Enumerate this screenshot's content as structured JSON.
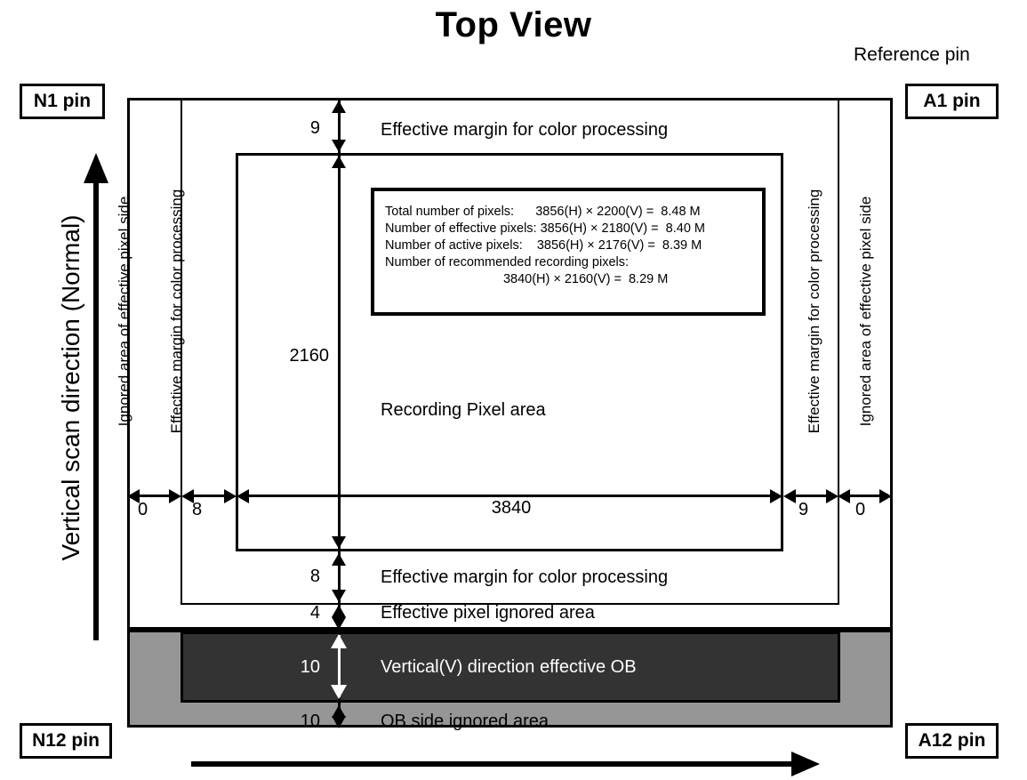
{
  "title": "Top View",
  "reference_pin_label": "Reference pin",
  "pins": {
    "top_left": "N1 pin",
    "top_right": "A1 pin",
    "bottom_left": "N12 pin",
    "bottom_right": "A12 pin"
  },
  "scan": {
    "vertical_label": "Vertical scan direction (Normal)"
  },
  "spec": {
    "line1": "Total number of pixels:      3856(H) × 2200(V) =  8.48 M",
    "line2": "Number of effective pixels: 3856(H) × 2180(V) =  8.40 M",
    "line3": "Number of active pixels:    3856(H) × 2176(V) =  8.39 M",
    "line4": "Number of recommended recording pixels:",
    "line5": "                                 3840(H) × 2160(V) =  8.29 M"
  },
  "regions": {
    "top_margin": "Effective margin for color processing",
    "recording_area": "Recording Pixel area",
    "bottom_margin": "Effective margin for color processing",
    "effective_ignored": "Effective pixel ignored area",
    "vertical_ob": "Vertical(V) direction effective OB",
    "ob_ignored": "OB side ignored area",
    "side_ignored_left": "Ignored area of effective pixel side",
    "side_margin_left": "Effective margin for color processing",
    "side_margin_right": "Effective margin for color processing",
    "side_ignored_right": "Ignored area of effective pixel side"
  },
  "dimensions": {
    "vertical": {
      "top_margin": "9",
      "recording_height": "2160",
      "bottom_margin": "8",
      "effective_ignored": "4",
      "vertical_ob": "10",
      "ob_ignored": "10"
    },
    "horizontal": {
      "left_ignored": "0",
      "left_margin": "8",
      "recording_width": "3840",
      "right_margin": "9",
      "right_ignored": "0"
    }
  },
  "colors": {
    "ob_gray": "#969696",
    "ob_dark": "#333333",
    "line": "#000000",
    "background": "#ffffff"
  }
}
